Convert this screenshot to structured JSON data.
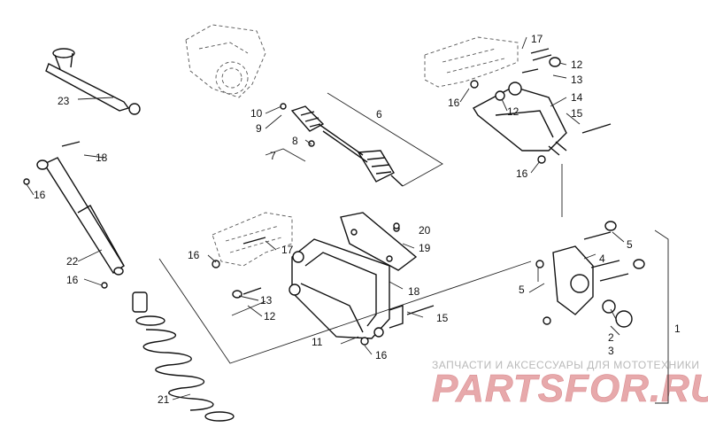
{
  "diagram": {
    "callouts": {
      "c1": "1",
      "c2": "2",
      "c3": "3",
      "c4": "4",
      "c5a": "5",
      "c5b": "5",
      "c6": "6",
      "c7": "7",
      "c8": "8",
      "c9": "9",
      "c10": "10",
      "c11": "11",
      "c12a": "12",
      "c12b": "12",
      "c12c": "12",
      "c13a": "13",
      "c13b": "13",
      "c14": "14",
      "c15a": "15",
      "c15b": "15",
      "c16a": "16",
      "c16b": "16",
      "c16c": "16",
      "c16d": "16",
      "c16e": "16",
      "c16f": "16",
      "c17a": "17",
      "c17b": "17",
      "c18a": "18",
      "c18b": "18",
      "c19": "19",
      "c20": "20",
      "c21": "21",
      "c22": "22",
      "c23": "23"
    }
  },
  "watermark": {
    "subtitle": "ЗАПЧАСТИ И АКСЕССУАРЫ ДЛЯ МОТОТЕХНИКИ",
    "logo": "PARTSFOR.RU"
  }
}
